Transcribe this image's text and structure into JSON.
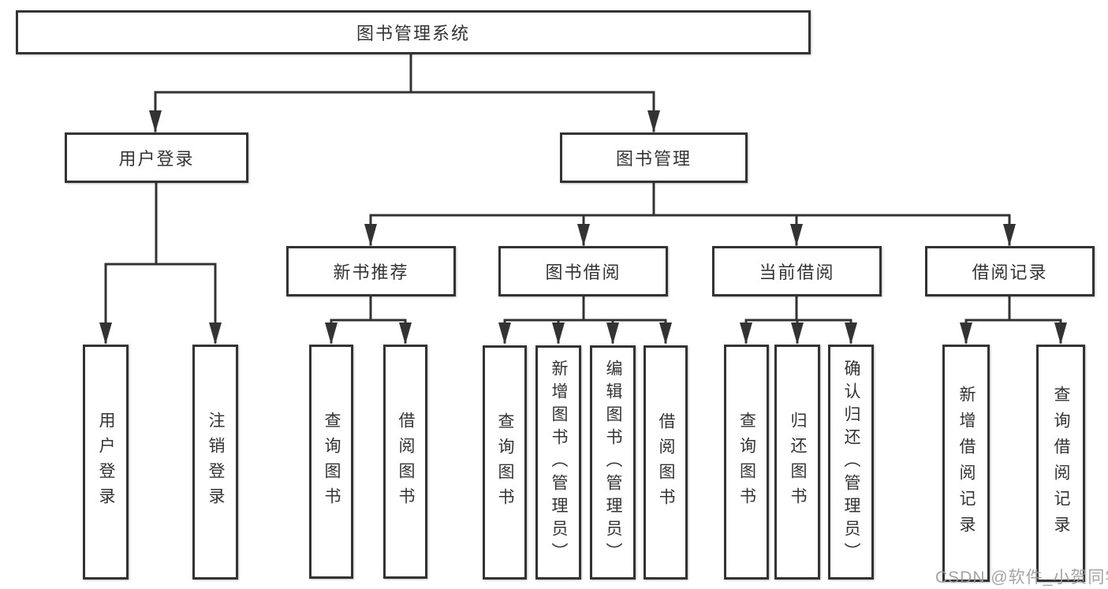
{
  "diagram": {
    "root": {
      "label": "图书管理系统"
    },
    "level2": {
      "user_login": {
        "label": "用户登录"
      },
      "book_mgmt": {
        "label": "图书管理"
      }
    },
    "level3": {
      "new_books": {
        "label": "新书推荐"
      },
      "borrowing": {
        "label": "图书借阅"
      },
      "current": {
        "label": "当前借阅"
      },
      "records": {
        "label": "借阅记录"
      }
    },
    "leaves": {
      "login": {
        "label": "用户登录"
      },
      "logout": {
        "label": "注销登录"
      },
      "nb_query": {
        "label": "查询图书"
      },
      "nb_borrow": {
        "label": "借阅图书"
      },
      "bw_query": {
        "label": "查询图书"
      },
      "bw_add": {
        "label": "新增图书（管理员）"
      },
      "bw_edit": {
        "label": "编辑图书（管理员）"
      },
      "bw_borrow": {
        "label": "借阅图书"
      },
      "cu_query": {
        "label": "查询图书"
      },
      "cu_return": {
        "label": "归还图书"
      },
      "cu_confirm": {
        "label": "确认归还（管理员）"
      },
      "rec_add": {
        "label": "新增借阅记录"
      },
      "rec_query": {
        "label": "查询借阅记录"
      }
    },
    "watermark": "CSDN @软件_小贺同学",
    "colors": {
      "line": "#333333",
      "text": "#333333",
      "background": "#ffffff",
      "watermark": "#9b9b9b"
    }
  }
}
